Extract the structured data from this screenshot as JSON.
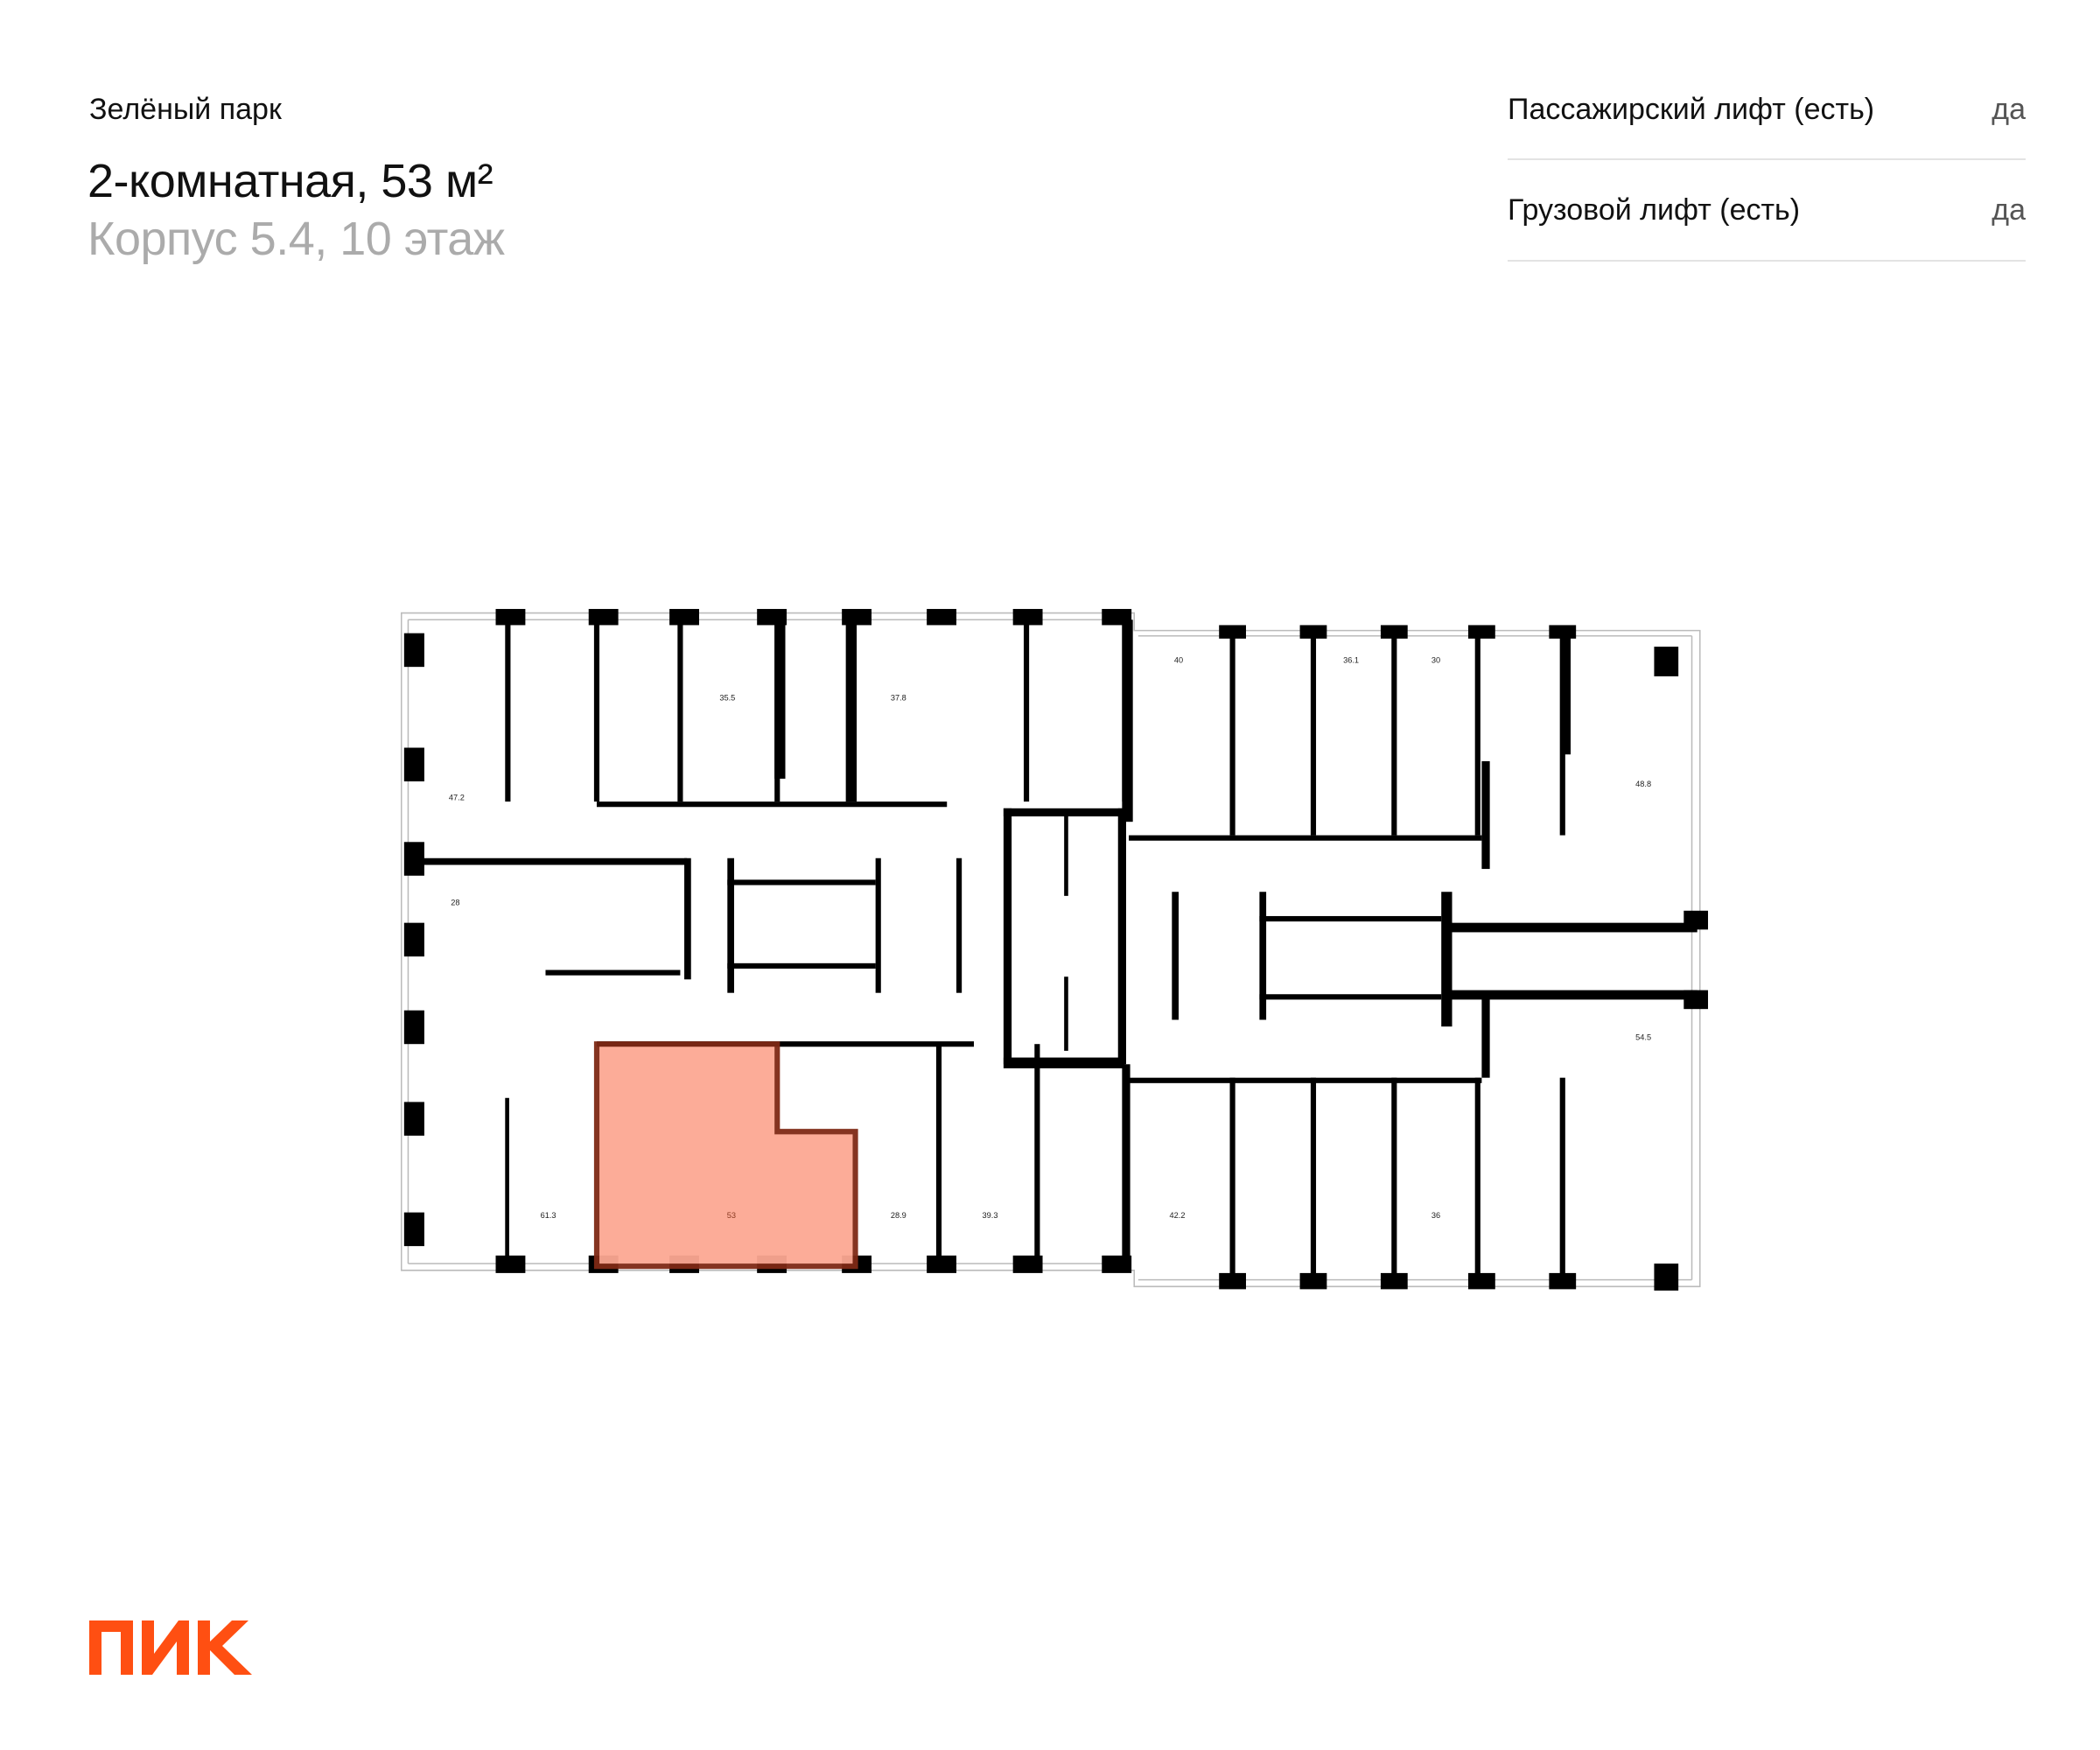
{
  "header": {
    "project": "Зелёный парк",
    "title": "2-комнатная, 53 м²",
    "subtitle": "Корпус 5.4, 10 этаж"
  },
  "features": [
    {
      "label": "Пассажирский лифт (есть)",
      "value": "да"
    },
    {
      "label": "Грузовой лифт (есть)",
      "value": "да"
    }
  ],
  "floor_plan": {
    "selected_apartment_area": "53",
    "apartment_areas": [
      "47.2",
      "28",
      "35.5",
      "37.8",
      "40",
      "36.1",
      "30",
      "48.8",
      "54.5",
      "61.3",
      "53",
      "28.9",
      "39.3",
      "42.2",
      "36"
    ],
    "colors": {
      "highlight_fill": "#fca893",
      "highlight_border": "#7f2a16",
      "walls": "#000000"
    }
  },
  "logo": {
    "text": "ПИК",
    "color": "#ff4f12"
  }
}
